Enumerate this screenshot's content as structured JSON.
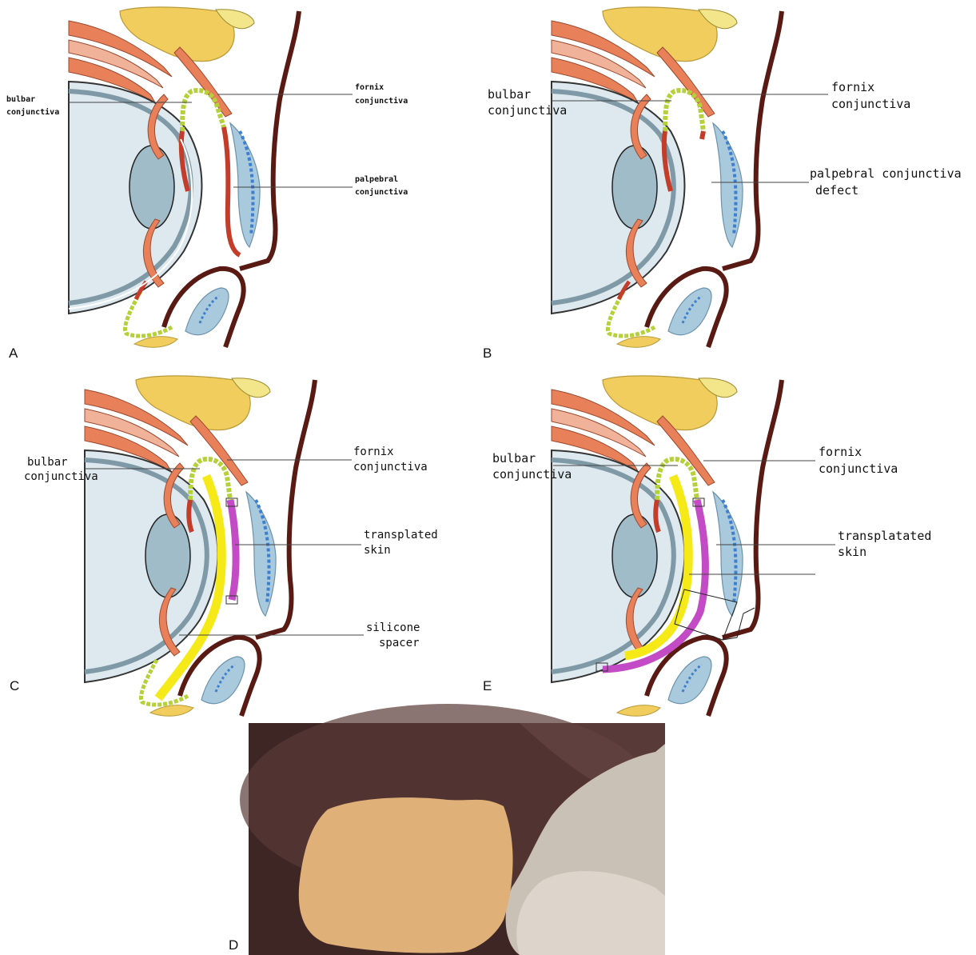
{
  "panels": {
    "A": {
      "letter": "A",
      "labels": {
        "bulbar_1": "bulbar",
        "bulbar_2": "conjunctiva",
        "fornix_1": "fornix",
        "fornix_2": "conjunctiva",
        "palpebral_1": "palpebral",
        "palpebral_2": "conjunctiva"
      }
    },
    "B": {
      "letter": "B",
      "labels": {
        "bulbar_1": "bulbar",
        "bulbar_2": "conjunctiva",
        "fornix_1": "fornix",
        "fornix_2": "conjunctiva",
        "defect_1": "palpebral conjunctiva",
        "defect_2": "defect"
      }
    },
    "C": {
      "letter": "C",
      "labels": {
        "bulbar_1": "bulbar",
        "bulbar_2": "conjunctiva",
        "fornix_1": "fornix",
        "fornix_2": "conjunctiva",
        "skin_1": "transplated",
        "skin_2": "skin",
        "spacer_1": "silicone",
        "spacer_2": "spacer"
      }
    },
    "E": {
      "letter": "E",
      "labels": {
        "bulbar_1": "bulbar",
        "bulbar_2": "conjunctiva",
        "fornix_1": "fornix",
        "fornix_2": "conjunctiva",
        "skin_1": "transplatated",
        "skin_2": "skin"
      }
    },
    "D": {
      "letter": "D"
    }
  },
  "colors": {
    "sclera": "#c9dde5",
    "iris": "#9fbcc8",
    "muscle": "#e8805a",
    "fat": "#f0cd5c",
    "eyelid": "#5a1a14",
    "conjunctiva_red": "#c43c2a",
    "conjunctiva_green": "#b5d13a",
    "tarsus_blue": "#3d7fd0",
    "skin_graft": "#c44bc6",
    "spacer": "#f5ea18",
    "photo_bg": "#3d2624",
    "photo_sheet": "#e0b079"
  }
}
